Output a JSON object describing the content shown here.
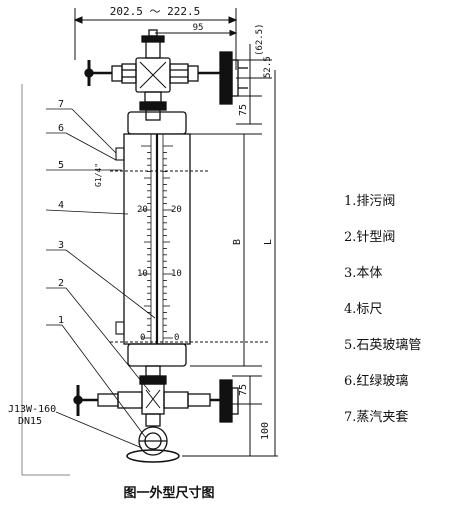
{
  "dimensions": {
    "top_width": "202.5 ～ 222.5",
    "d95": "95",
    "d62_5": "(62.5)",
    "d52_5": "52.5",
    "d75_top": "75",
    "d75_bottom": "75",
    "dB": "B",
    "dL": "L",
    "d100": "100"
  },
  "thread": "G1/4\"",
  "scale_marks": {
    "left": [
      "20",
      "10",
      "0"
    ],
    "right": [
      "20",
      "10",
      "0"
    ]
  },
  "callout_numbers": [
    "7",
    "6",
    "5",
    "4",
    "3",
    "2",
    "1"
  ],
  "flange_label": {
    "line1": "J13W-160",
    "line2": "DN15"
  },
  "legend": [
    "1.排污阀",
    "2.针型阀",
    "3.本体",
    "4.标尺",
    "5.石英玻璃管",
    "6.红绿玻璃",
    "7.蒸汽夹套"
  ],
  "caption": "图一外型尺寸图"
}
